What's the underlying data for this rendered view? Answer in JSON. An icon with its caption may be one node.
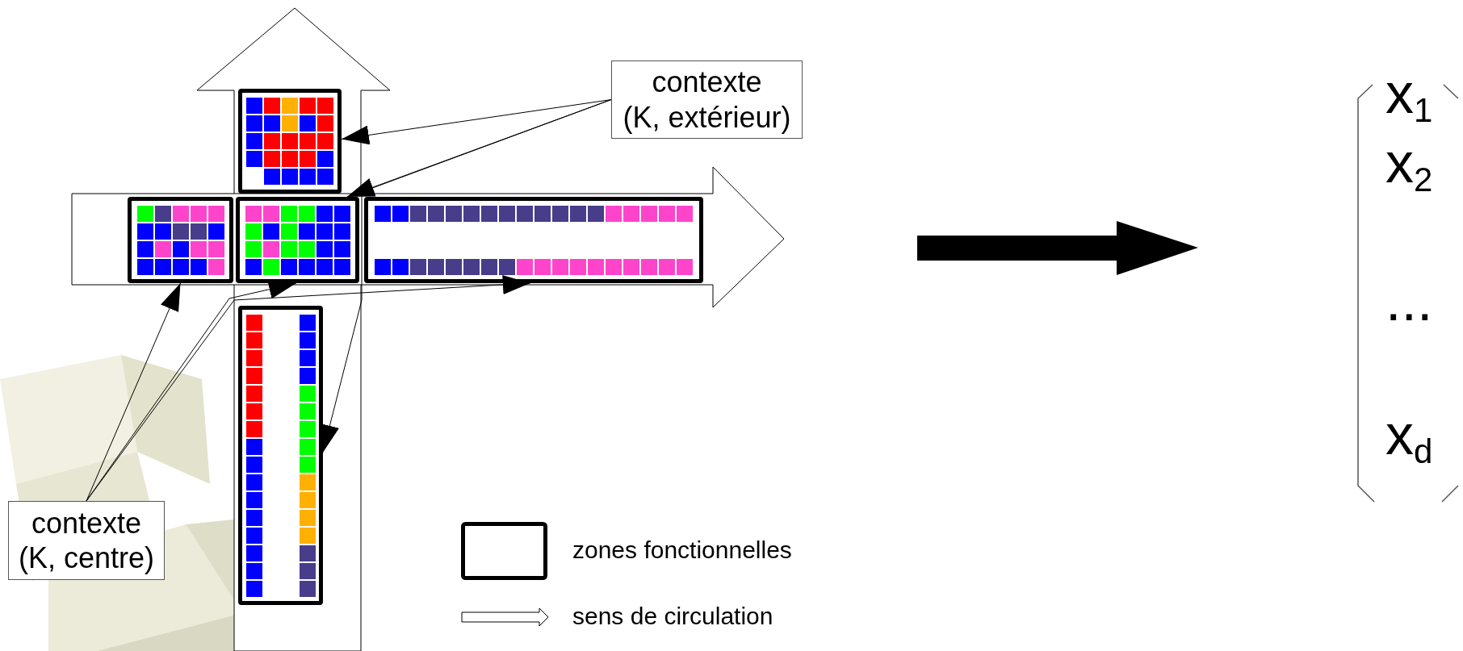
{
  "diagram": {
    "nodes": [
      {
        "text": [
          "contexte",
          "(K, extérieur)"
        ]
      },
      {
        "text": [],
        "shape": "box"
      },
      {
        "text": [],
        "shape": "box"
      },
      {
        "text": [],
        "shape": "box"
      },
      {
        "text": [],
        "shape": "box"
      },
      {
        "text": [],
        "shape": "box"
      },
      {
        "text": [
          "contexte",
          "(K, centre)"
        ]
      },
      {
        "text": [
          "x$_{1}$",
          "x$_{2}$",
          "...",
          "x$_{d}$"
        ]
      }
    ],
    "edges": [
      {
        "from": 0,
        "to": 1,
        "arrow": "to"
      },
      {
        "from": 0,
        "to": 3,
        "arrow": "to"
      },
      {
        "from": 0,
        "to": 5,
        "arrow": "to"
      },
      {
        "from": 6,
        "to": 2,
        "arrow": "to"
      },
      {
        "from": 6,
        "to": 3,
        "arrow": "to"
      },
      {
        "from": 6,
        "to": 4,
        "arrow": "to"
      }
    ],
    "legend": [
      {
        "text": "zones fonctionnelles"
      },
      {
        "text": "sens de circulation"
      }
    ]
  }
}
